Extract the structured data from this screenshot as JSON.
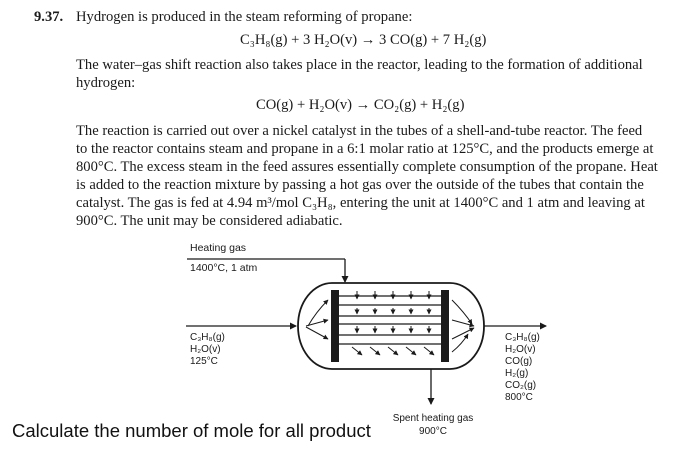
{
  "problem": {
    "number": "9.37.",
    "intro": "Hydrogen is produced in the steam reforming of propane:",
    "equation1": "C₃H₈(g) + 3 H₂O(v) → 3 CO(g) + 7 H₂(g)",
    "para1": [
      "The water–gas shift reaction also takes place in the reactor, leading to the formation of additional",
      "hydrogen:"
    ],
    "equation2": "CO(g) + H₂O(v) → CO₂(g) + H₂(g)",
    "para2": [
      "The reaction is carried out over a nickel catalyst in the tubes of a shell-and-tube reactor. The feed",
      "to the reactor contains steam and propane in a 6:1 molar ratio at 125°C, and the products emerge at",
      "800°C. The excess steam in the feed assures essentially complete consumption of the propane. Heat",
      "is added to the reaction mixture by passing a hot gas over the outside of the tubes that contain the",
      "catalyst. The gas is fed at 4.94 m³/mol C₃H₈, entering the unit at 1400°C and 1 atm and leaving at",
      "900°C. The unit may be considered adiabatic."
    ]
  },
  "diagram": {
    "heating_gas_label": "Heating gas",
    "heating_gas_conditions": "1400°C, 1 atm",
    "feed_labels": [
      "C₃H₈(g)",
      "H₂O(v)",
      "125°C"
    ],
    "product_labels": [
      "C₃H₈(g)",
      "H₂O(v)",
      "CO(g)",
      "H₂(g)",
      "CO₂(g)",
      "800°C"
    ],
    "spent_gas_label": "Spent heating gas",
    "spent_gas_temperature": "900°C"
  },
  "question": "Calculate the number of mole for all product"
}
